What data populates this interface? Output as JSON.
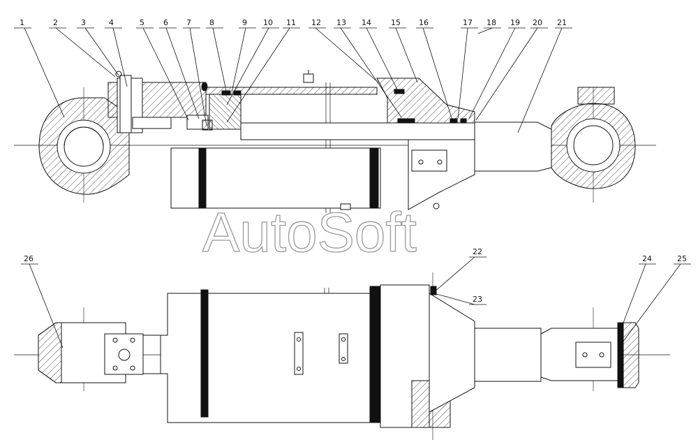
{
  "watermark": "AutoSoft",
  "callouts_top": [
    "1",
    "2",
    "3",
    "4",
    "5",
    "6",
    "7",
    "8",
    "9",
    "10",
    "11",
    "12",
    "13",
    "14",
    "15",
    "16",
    "17",
    "18",
    "19",
    "20",
    "21"
  ],
  "callouts_bottom": [
    "26",
    "22",
    "23",
    "24",
    "25"
  ]
}
